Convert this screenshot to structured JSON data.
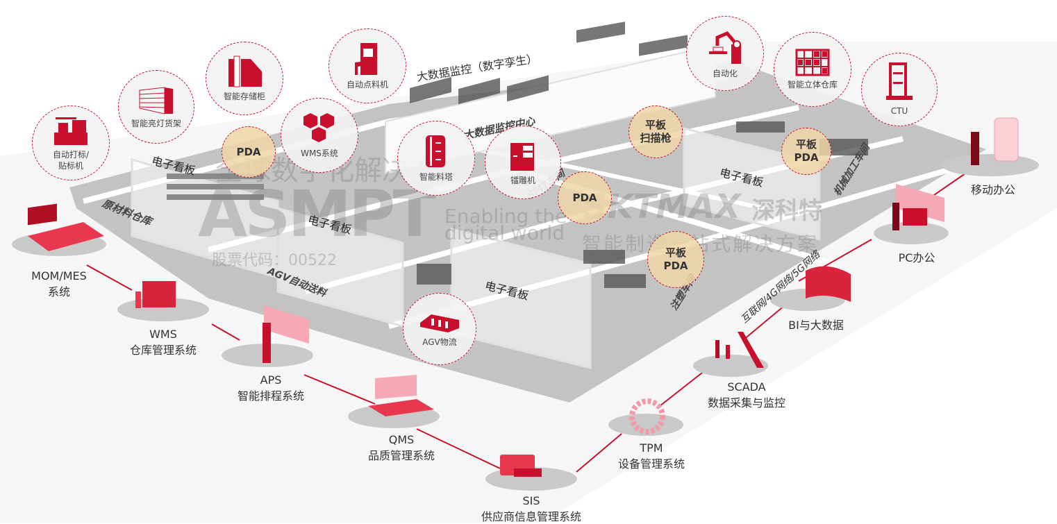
{
  "title": "大数据监控（数字孪生）",
  "colors": {
    "accent": "#c8102e",
    "tan_bubble": "#f0d6a8",
    "floor": "#b9b9b9",
    "plate": "#c9c9c9"
  },
  "watermarks": {
    "slogan_cn": "全球数字化解决方案",
    "brand_asmpt": "ASMPT",
    "tagline_en": "Enabling the digital world",
    "stock_code": "股票代码：00522",
    "brand_sktmax": "SKTMAX",
    "brand_sktmax_cn": "深科特",
    "slogan2_cn": "智能制造一站式解决方案"
  },
  "equipment_bubbles": [
    {
      "id": "labeler",
      "label": "自动打标/\n贴标机",
      "icon": "labeling-machine-icon"
    },
    {
      "id": "light-shelf",
      "label": "智能亮灯货架",
      "icon": "light-shelf-icon"
    },
    {
      "id": "storage-cabinet",
      "label": "智能存储柜",
      "icon": "storage-cabinet-icon"
    },
    {
      "id": "wms-system",
      "label": "WMS系统",
      "icon": "cubes-icon"
    },
    {
      "id": "counter",
      "label": "自动点料机",
      "icon": "counting-machine-icon"
    },
    {
      "id": "material-tower",
      "label": "智能料塔",
      "icon": "material-tower-icon"
    },
    {
      "id": "engraver",
      "label": "镭雕机",
      "icon": "laser-engraver-icon"
    },
    {
      "id": "automation",
      "label": "自动化",
      "icon": "robot-arm-icon"
    },
    {
      "id": "asrs",
      "label": "智能立体仓库",
      "icon": "shelving-icon"
    },
    {
      "id": "ctu",
      "label": "CTU",
      "icon": "ctu-robot-icon"
    },
    {
      "id": "agv",
      "label": "AGV物流",
      "icon": "agv-icon"
    }
  ],
  "device_tags": [
    {
      "id": "pda-1",
      "label": "PDA"
    },
    {
      "id": "tablet-scanner",
      "label": "平板\n扫描枪"
    },
    {
      "id": "pda-2",
      "label": "PDA"
    },
    {
      "id": "tablet-pda-1",
      "label": "平板\nPDA"
    },
    {
      "id": "tablet-pda-2",
      "label": "平板\nPDA"
    }
  ],
  "floor": {
    "boards": [
      "电子看板",
      "电子看板",
      "电子看板",
      "电子看板"
    ],
    "zones": {
      "raw_material": "原材料仓库",
      "agv_feed": "AGV自动送料",
      "smt": "SMT车间",
      "monitor_center": "大数据监控中心",
      "machining": "机械加工车间",
      "injection": "注塑车间"
    },
    "network": "互联网/4G网络/5G网络"
  },
  "systems": [
    {
      "id": "mom-mes",
      "name": "MOM/MES",
      "desc": "系统"
    },
    {
      "id": "wms",
      "name": "WMS",
      "desc": "仓库管理系统"
    },
    {
      "id": "aps",
      "name": "APS",
      "desc": "智能排程系统"
    },
    {
      "id": "qms",
      "name": "QMS",
      "desc": "品质管理系统"
    },
    {
      "id": "sis",
      "name": "SIS",
      "desc": "供应商信息管理系统"
    },
    {
      "id": "tpm",
      "name": "TPM",
      "desc": "设备管理系统"
    },
    {
      "id": "scada",
      "name": "SCADA",
      "desc": "数据采集与监控"
    },
    {
      "id": "bi",
      "name": "BI与大数据",
      "desc": ""
    },
    {
      "id": "pc",
      "name": "PC办公",
      "desc": ""
    },
    {
      "id": "mobile",
      "name": "移动办公",
      "desc": ""
    }
  ]
}
